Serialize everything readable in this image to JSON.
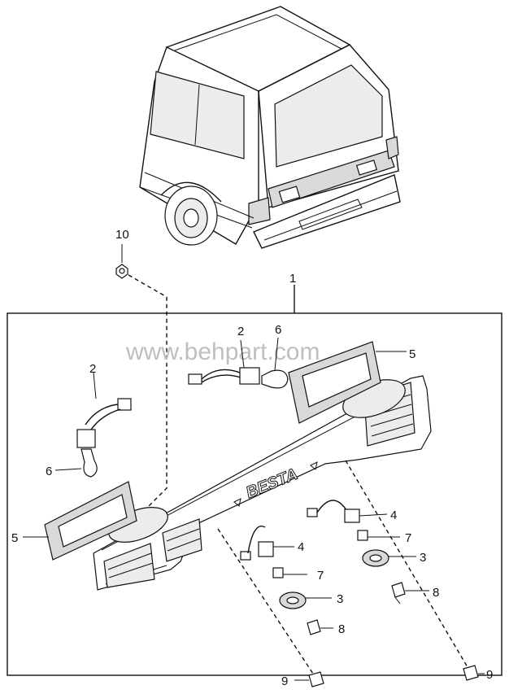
{
  "watermark": "www.behpart.com",
  "badge_text": "BESTA",
  "callouts": {
    "assembly": "1",
    "harness_upper": "2",
    "harness_left": "2",
    "bulb_upper": "6",
    "bulb_left": "6",
    "gasket_right": "5",
    "gasket_left": "5",
    "socket_right": "4",
    "socket_center": "4",
    "bulb_small_right": "7",
    "bulb_small_center": "7",
    "grommet_right": "3",
    "grommet_center": "3",
    "screw_right": "8",
    "screw_center": "8",
    "clip_bottom_center": "9",
    "clip_bottom_right": "9",
    "nut_top": "10"
  }
}
